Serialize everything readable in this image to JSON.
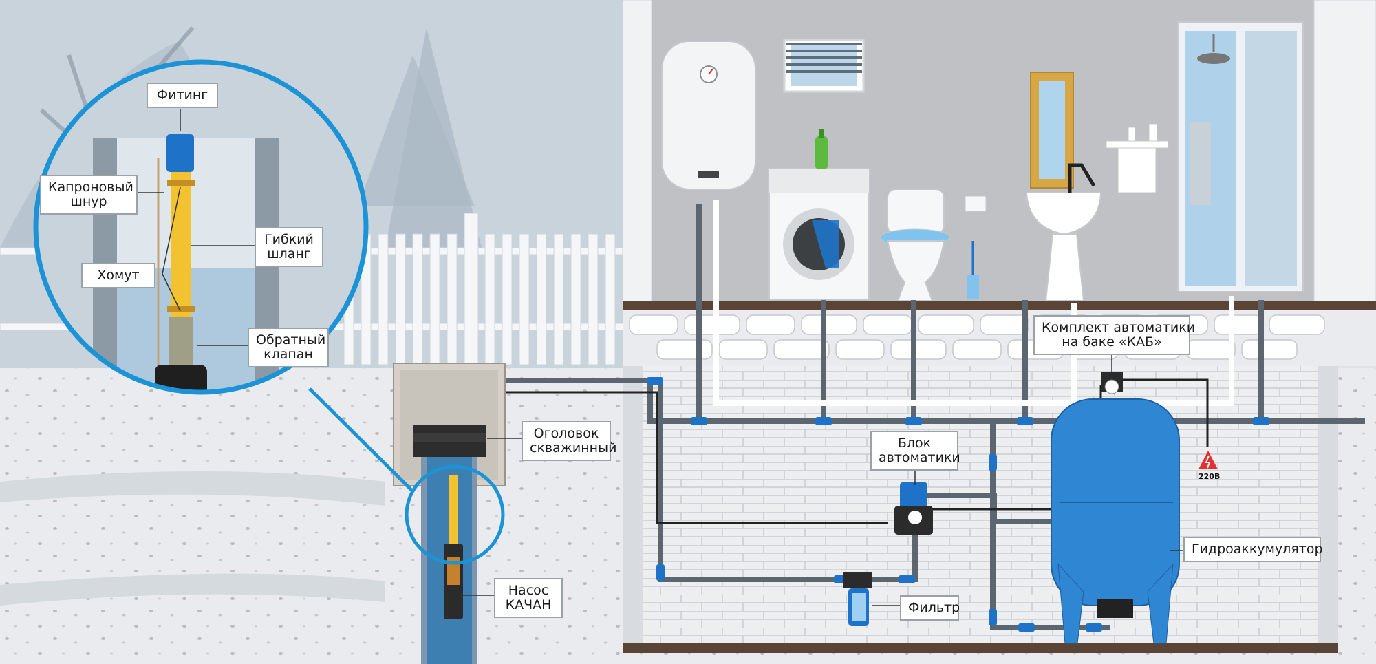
{
  "labels": {
    "fitting": "Фитинг",
    "kapron_1": "Капроновый",
    "kapron_2": "шнур",
    "hose_1": "Гибкий",
    "hose_2": "шланг",
    "clamp": "Хомут",
    "valve_1": "Обратный",
    "valve_2": "клапан",
    "wellhead_1": "Оголовок",
    "wellhead_2": "скважинный",
    "pump_1": "Насос",
    "pump_2": "КАЧАН",
    "auto_block_1": "Блок",
    "auto_block_2": "автоматики",
    "filter": "Фильтр",
    "accumulator": "Гидроаккумулятор",
    "kab_1": "Комплект автоматики",
    "kab_2": "на баке «КАБ»",
    "voltage": "220В"
  },
  "colors": {
    "pipe": "#5b6670",
    "fitting_blue": "#1e73c8",
    "tank_blue": "#2f86d3",
    "hose_yellow": "#f2c230",
    "magnifier_ring": "#1b93d6",
    "wall_gray": "#bfc1c4",
    "floor_brown": "#5a4436"
  }
}
